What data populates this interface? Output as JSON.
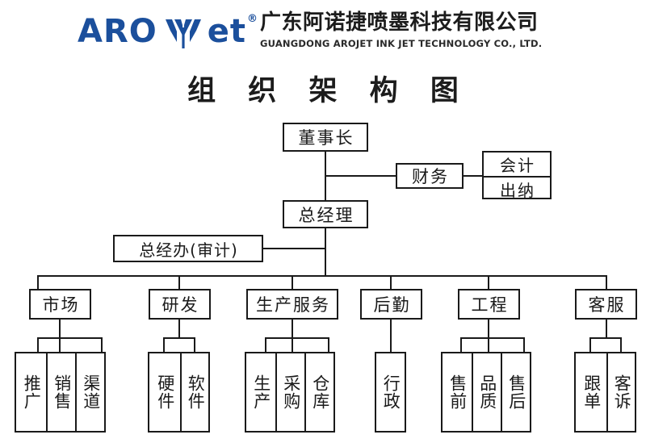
{
  "header": {
    "logo": {
      "word1": "ARO",
      "word2": "et",
      "registered": "®",
      "mark_name": "arojet-chevron-mark",
      "color": "#1b4f9c"
    },
    "company_cn": "广东阿诺捷喷墨科技有限公司",
    "company_en": "GUANGDONG AROJET INK JET TECHNOLOGY CO., LTD."
  },
  "title": "组 织 架 构 图",
  "chart_data": {
    "type": "diagram",
    "title": "组 织 架 构 图",
    "line_color": "#1a1a1a",
    "nodes": {
      "chairman": "董事长",
      "finance": "财务",
      "finance_children": [
        "会计",
        "出纳"
      ],
      "general_manager": "总经理",
      "gm_office": "总经办(审计)"
    },
    "departments": [
      {
        "name": "市场",
        "children": [
          "推广",
          "销售",
          "渠道"
        ]
      },
      {
        "name": "研发",
        "children": [
          "硬件",
          "软件"
        ]
      },
      {
        "name": "生产服务",
        "children": [
          "生产",
          "采购",
          "仓库"
        ]
      },
      {
        "name": "后勤",
        "children": [
          "行政"
        ]
      },
      {
        "name": "工程",
        "children": [
          "售前",
          "品质",
          "售后"
        ]
      },
      {
        "name": "客服",
        "children": [
          "跟单",
          "客诉"
        ]
      }
    ]
  }
}
